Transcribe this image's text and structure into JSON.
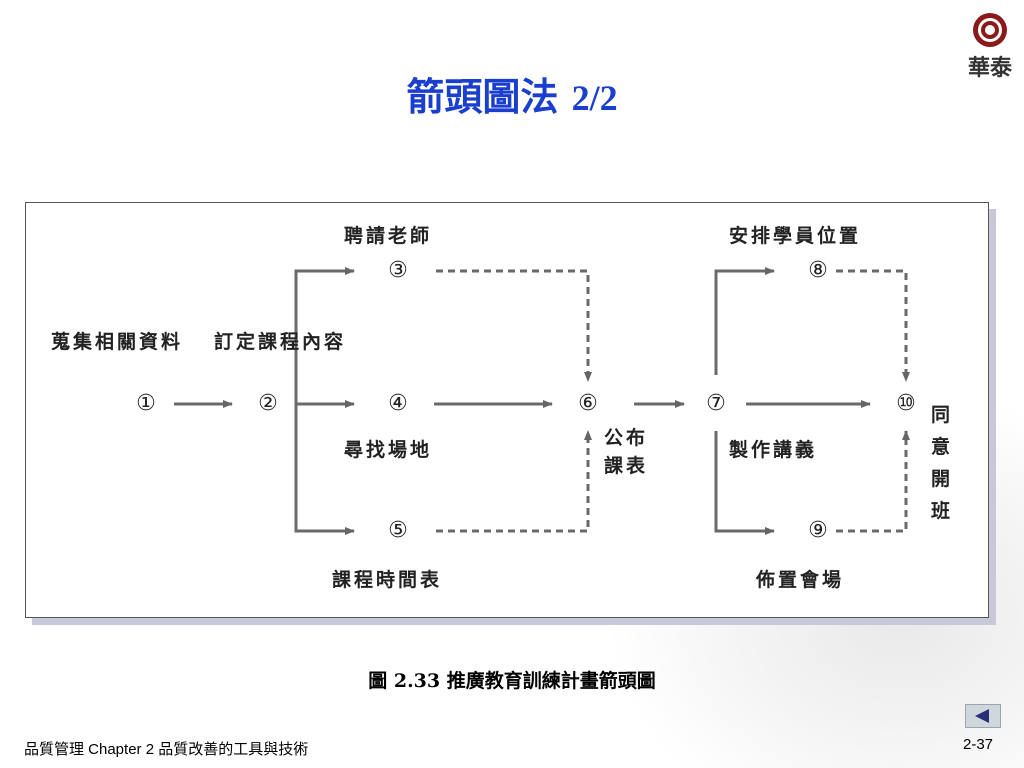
{
  "logo": {
    "text": "華泰"
  },
  "title": {
    "main": "箭頭圖法",
    "part": "2/2"
  },
  "diagram": {
    "labels": {
      "top_left": "聘請老師",
      "top_right": "安排學員位置",
      "collect": "蒐集相關資料",
      "define": "訂定課程內容",
      "find_site": "尋找場地",
      "publish": "公布",
      "publish2": "課表",
      "handouts": "製作講義",
      "schedule": "課程時間表",
      "arrange_venue": "佈置會場",
      "agree": [
        "同",
        "意",
        "開",
        "班"
      ]
    },
    "nodes": [
      "①",
      "②",
      "③",
      "④",
      "⑤",
      "⑥",
      "⑦",
      "⑧",
      "⑨",
      "⑩"
    ]
  },
  "caption": "圖 2.33 推廣教育訓練計畫箭頭圖",
  "footer": {
    "left": "品質管理  Chapter 2 品質改善的工具與技術",
    "page": "2-37"
  }
}
